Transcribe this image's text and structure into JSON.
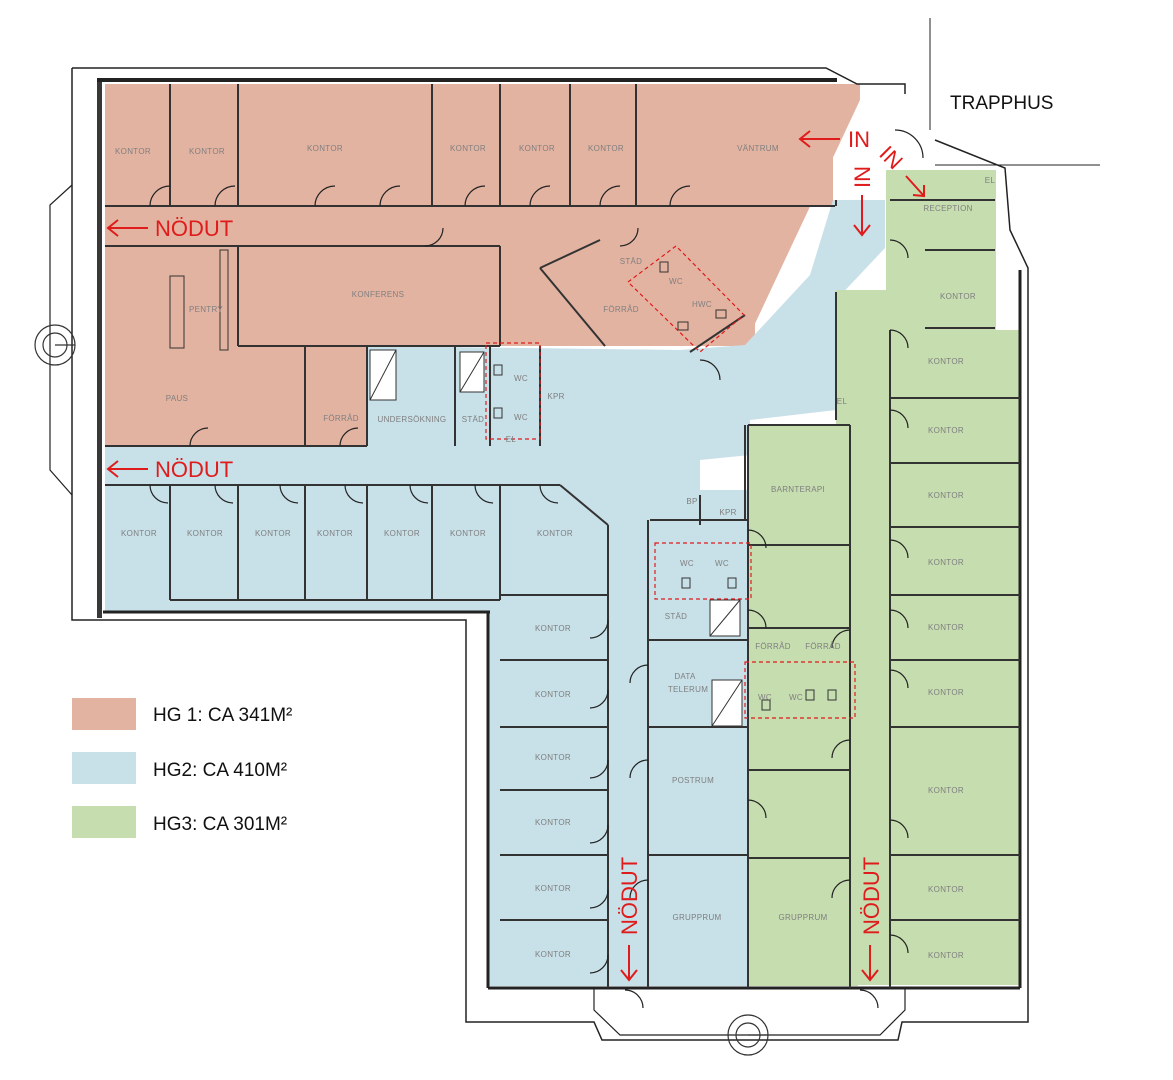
{
  "title": "TRAPPHUS",
  "colors": {
    "hg1": "#e3b3a2",
    "hg2": "#c8e0e8",
    "hg3": "#c6ddb0",
    "exit": "#e01b1b"
  },
  "legend": [
    {
      "label": "HG 1: CA 341M²",
      "color": "#e3b3a2"
    },
    {
      "label": "HG2: CA 410M²",
      "color": "#c8e0e8"
    },
    {
      "label": "HG3: CA 301M²",
      "color": "#c6ddb0"
    }
  ],
  "entrances": [
    "IN",
    "IN",
    "IN"
  ],
  "exits": [
    "NÖDUT",
    "NÖDUT",
    "NÖDUT",
    "NÖDUT"
  ],
  "rooms": {
    "hg1_kontor": [
      "KONTOR",
      "KONTOR",
      "KONTOR",
      "KONTOR",
      "KONTOR",
      "KONTOR"
    ],
    "hg1_vantrum": "VÄNTRUM",
    "hg1_pentry": "PENTRY",
    "hg1_konferens": "KONFERENS",
    "hg1_paus": "PAUS",
    "hg1_forrad_a": "FÖRRÅD",
    "hg1_forrad_b": "FÖRRÅD",
    "hg1_stad": "STÄD",
    "hg1_wc": "WC",
    "hg1_hwc": "HWC",
    "hg2_undersokning": "UNDERSÖKNING",
    "hg2_stad_a": "STÄD",
    "hg2_wc_a": "WC",
    "hg2_wc_b": "WC",
    "hg2_el": "EL",
    "hg2_kpr_a": "KPR",
    "hg2_kontor_row": [
      "KONTOR",
      "KONTOR",
      "KONTOR",
      "KONTOR",
      "KONTOR",
      "KONTOR",
      "KONTOR"
    ],
    "hg2_bp": "BP",
    "hg2_kpr_b": "KPR",
    "hg2_wc_c": "WC",
    "hg2_wc_d": "WC",
    "hg2_stad_b": "STÄD",
    "hg2_data": "DATA",
    "hg2_telerum": "TELERUM",
    "hg2_postrum": "POSTRUM",
    "hg2_grupprum": "GRUPPRUM",
    "hg2_kontor_col": [
      "KONTOR",
      "KONTOR",
      "KONTOR",
      "KONTOR",
      "KONTOR",
      "KONTOR"
    ],
    "hg3_reception": "RECEPTION",
    "hg3_el_a": "EL",
    "hg3_el_b": "EL",
    "hg3_barnterapi": "BARNTERAPI",
    "hg3_forrad_a": "FÖRRÅD",
    "hg3_forrad_b": "FÖRRÅD",
    "hg3_wc_a": "WC",
    "hg3_wc_b": "WC",
    "hg3_grupprum": "GRUPPRUM",
    "hg3_kontor_col": [
      "KONTOR",
      "KONTOR",
      "KONTOR",
      "KONTOR",
      "KONTOR",
      "KONTOR",
      "KONTOR",
      "KONTOR",
      "KONTOR",
      "KONTOR"
    ]
  }
}
